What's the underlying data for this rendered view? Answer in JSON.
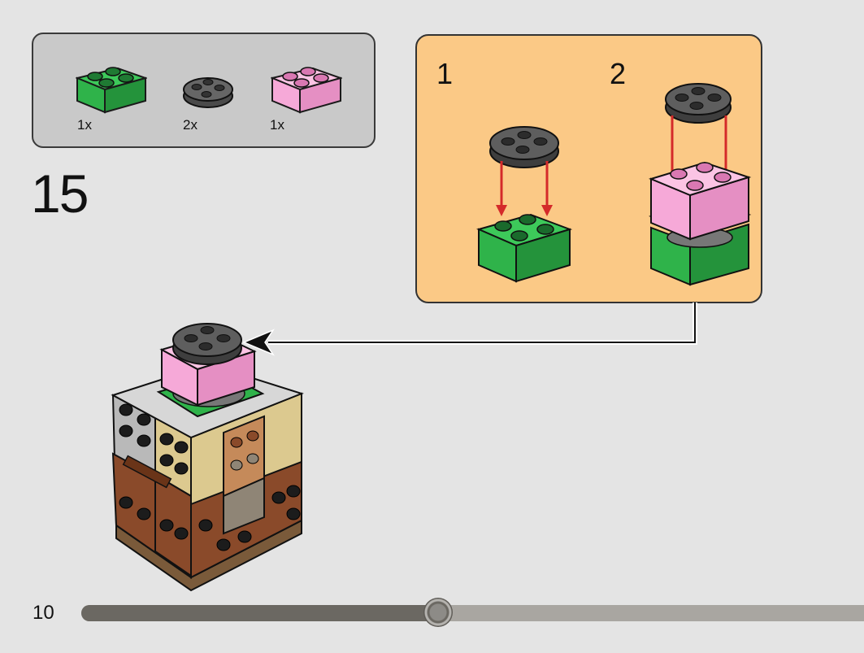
{
  "parts": [
    {
      "name": "green 2x2 brick",
      "qty": "1x",
      "color": "#2fb34a"
    },
    {
      "name": "dark grey 2x2 round plate",
      "qty": "2x",
      "color": "#5a5a5a"
    },
    {
      "name": "pink 2x2 brick",
      "qty": "1x",
      "color": "#f6a9d8"
    }
  ],
  "step": {
    "number": "15"
  },
  "callout": {
    "sub_steps": [
      "1",
      "2"
    ],
    "background": "#fbc986"
  },
  "page": {
    "number": "10"
  },
  "progress": {
    "fraction": 0.45
  },
  "colors": {
    "arrow_red": "#d42a2a",
    "green": "#2fb34a",
    "pink": "#f6a9d8",
    "dark_grey": "#5a5a5a",
    "tan": "#dcc98f",
    "brown": "#8a4a2a",
    "light_grey": "#b9b9b9"
  }
}
